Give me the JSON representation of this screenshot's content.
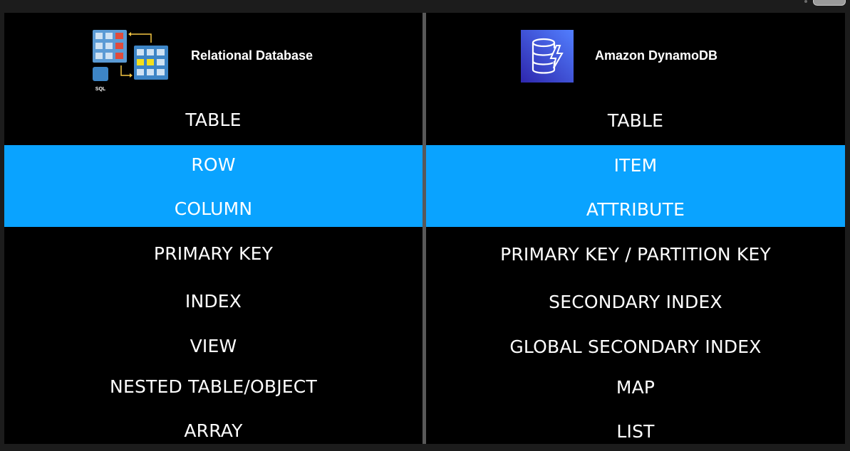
{
  "left": {
    "title": "Relational Database",
    "logo_icon": "relational-database-icon",
    "logo_badge": "SQL",
    "terms": [
      "TABLE",
      "ROW",
      "COLUMN",
      "PRIMARY KEY",
      "INDEX",
      "VIEW",
      "NESTED TABLE/OBJECT",
      "ARRAY"
    ]
  },
  "right": {
    "title": "Amazon DynamoDB",
    "logo_icon": "dynamodb-icon",
    "terms": [
      "TABLE",
      "ITEM",
      "ATTRIBUTE",
      "PRIMARY KEY / PARTITION KEY",
      "SECONDARY INDEX",
      "GLOBAL SECONDARY INDEX",
      "MAP",
      "LIST"
    ]
  },
  "colors": {
    "highlight": "#0aa3ff",
    "background": "#000000",
    "divider": "#595959",
    "text": "#ffffff"
  }
}
